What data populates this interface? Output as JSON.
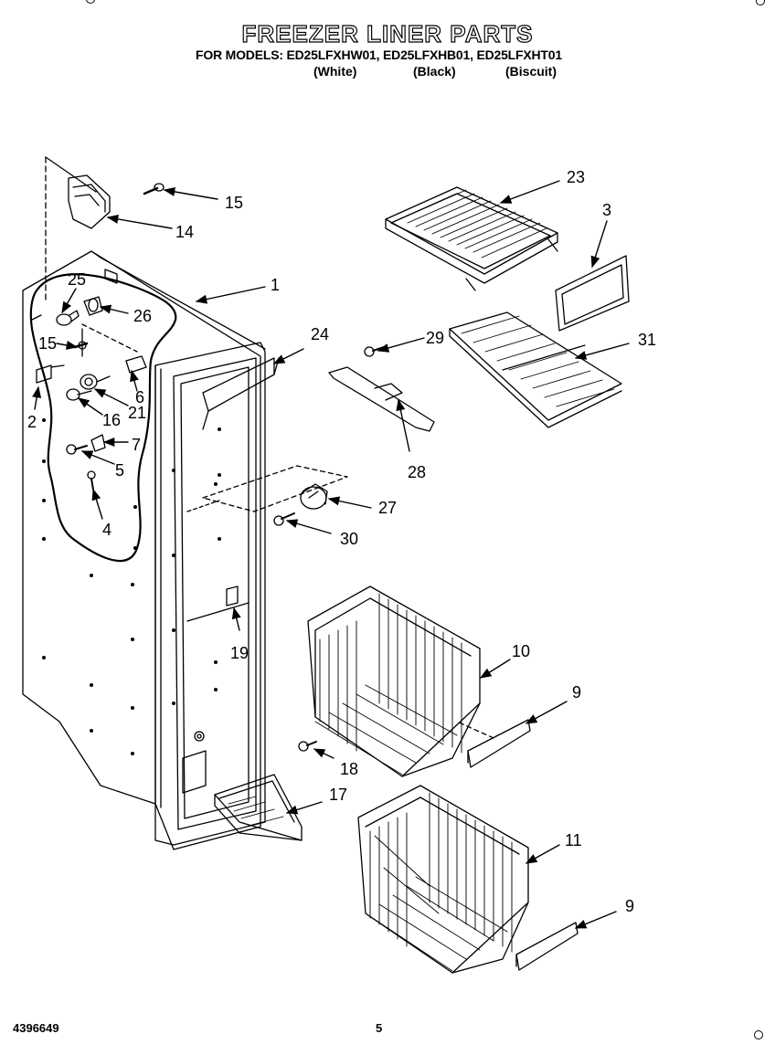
{
  "header": {
    "title": "FREEZER LINER PARTS",
    "models_line": "FOR MODELS: ED25LFXHW01, ED25LFXHB01, ED25LFXHT01",
    "variants": [
      "(White)",
      "(Black)",
      "(Biscuit)"
    ]
  },
  "callouts": [
    "23",
    "3",
    "15",
    "14",
    "1",
    "25",
    "26",
    "15",
    "24",
    "29",
    "31",
    "6",
    "2",
    "16",
    "21",
    "7",
    "5",
    "28",
    "27",
    "30",
    "4",
    "19",
    "10",
    "9",
    "18",
    "17",
    "11",
    "9"
  ],
  "footer": {
    "doc_number": "4396649",
    "page_number": "5"
  }
}
